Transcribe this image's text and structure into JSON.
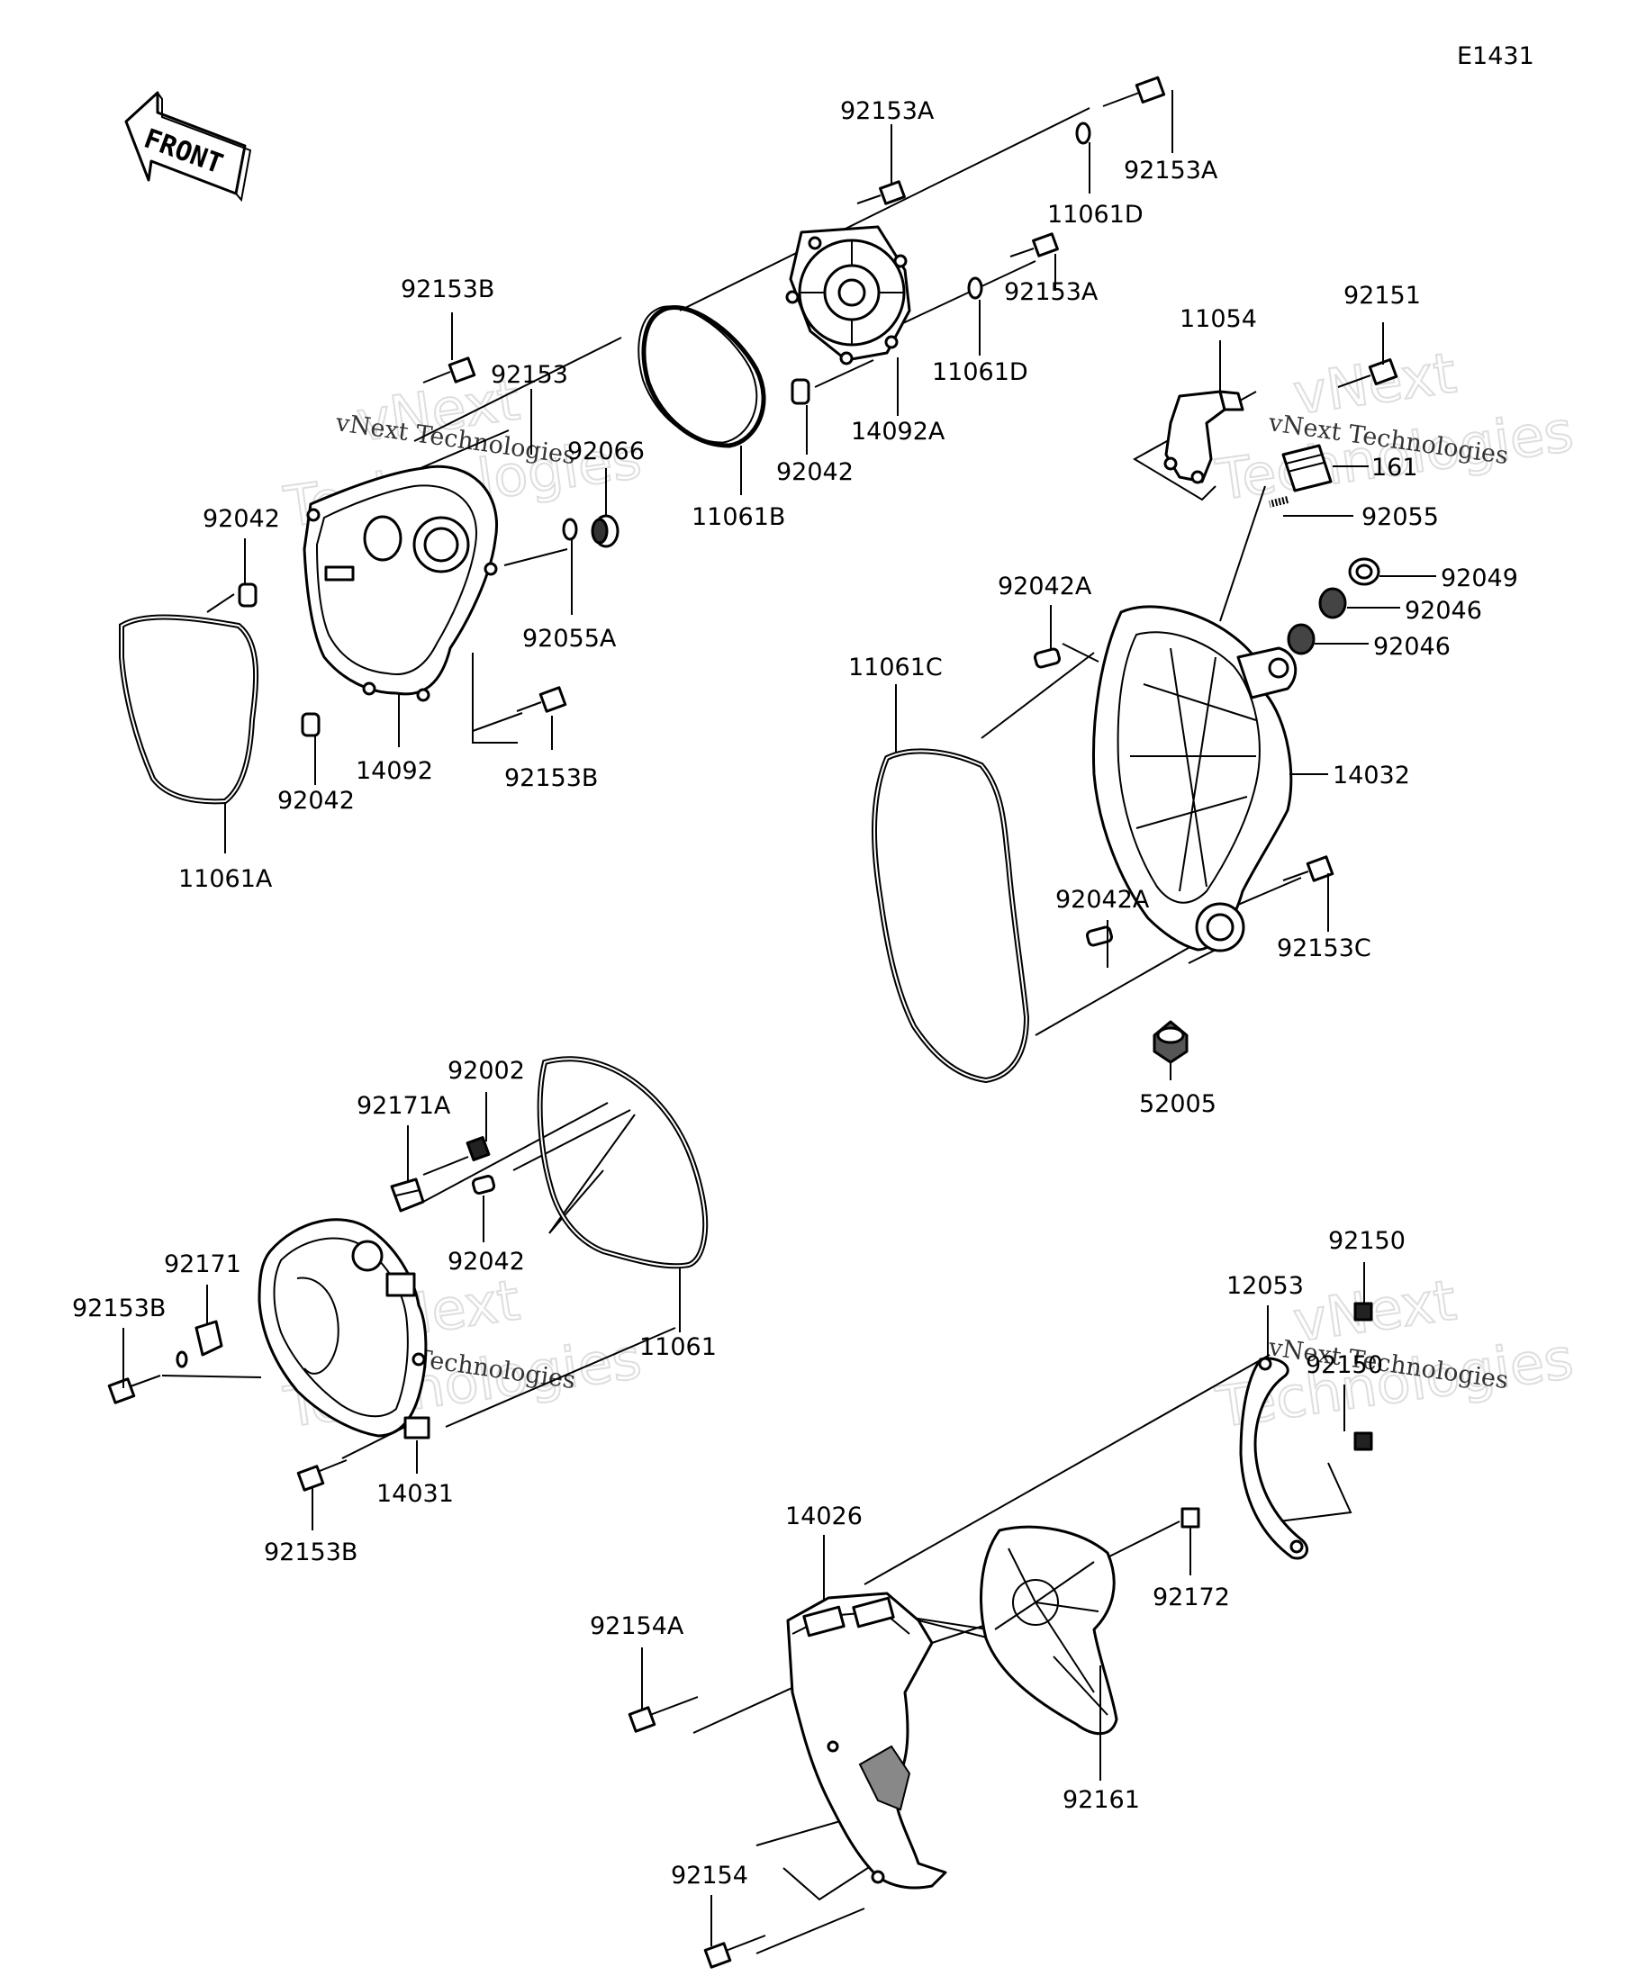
{
  "diagram_id": "E1431",
  "front_label": "FRONT",
  "watermark": {
    "line1": "vNext",
    "line2": "Technologies",
    "small": "vNext Technologies"
  },
  "labels": {
    "p92153A_top": "92153A",
    "p92153A_right": "92153A",
    "p11061D_top": "11061D",
    "p92153A_mid": "92153A",
    "p11061D_mid": "11061D",
    "p14092A": "14092A",
    "p92042_mid": "92042",
    "p11061B": "11061B",
    "p92153B_top": "92153B",
    "p92153": "92153",
    "p92066": "92066",
    "p92042_left": "92042",
    "p92055A": "92055A",
    "p92153B_mid": "92153B",
    "p14092": "14092",
    "p92042_low": "92042",
    "p11061A": "11061A",
    "p11054": "11054",
    "p92151": "92151",
    "p161": "161",
    "p92055": "92055",
    "p92049": "92049",
    "p92046_a": "92046",
    "p92046_b": "92046",
    "p92042A_top": "92042A",
    "p11061C": "11061C",
    "p14032": "14032",
    "p92042A_low": "92042A",
    "p92153C": "92153C",
    "p52005": "52005",
    "p92002": "92002",
    "p92171A": "92171A",
    "p92171": "92171",
    "p92153B_lowleft": "92153B",
    "p92042_bottom": "92042",
    "p11061": "11061",
    "p14031": "14031",
    "p92153B_bottom": "92153B",
    "p92150_top": "92150",
    "p12053": "12053",
    "p92150_mid": "92150",
    "p14026": "14026",
    "p92172": "92172",
    "p92154A": "92154A",
    "p92161": "92161",
    "p92154": "92154"
  }
}
